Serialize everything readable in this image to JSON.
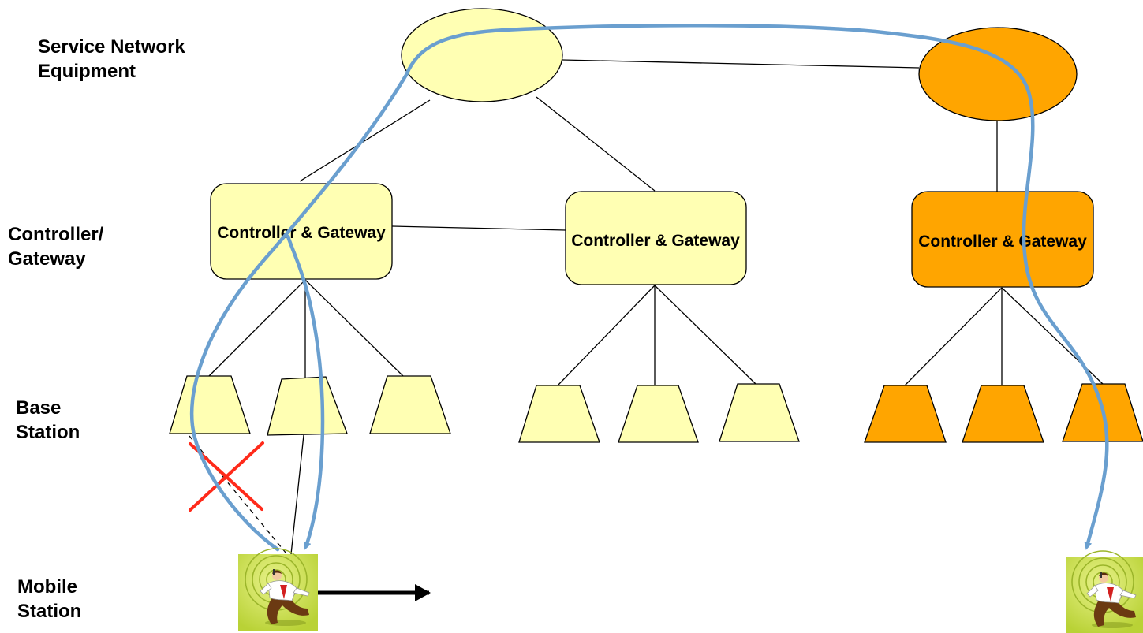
{
  "row_labels": [
    {
      "line1": "Service Network",
      "line2": "Equipment"
    },
    {
      "line1": "Controller/",
      "line2": "Gateway"
    },
    {
      "line1": "Base",
      "line2": "Station"
    },
    {
      "line1": "Mobile",
      "line2": "Station"
    }
  ],
  "controller_label": "Controller & Gateway",
  "colors": {
    "network_a": "#ffffb3",
    "network_b": "#ffa500",
    "path": "#6a9fcf",
    "failed_link": "#ff2a1a",
    "outline": "#000000"
  },
  "icons": {
    "mobile_station": "running-businessman-with-phone-icon",
    "movement": "arrow-right-icon",
    "link_failure": "red-x-icon"
  }
}
